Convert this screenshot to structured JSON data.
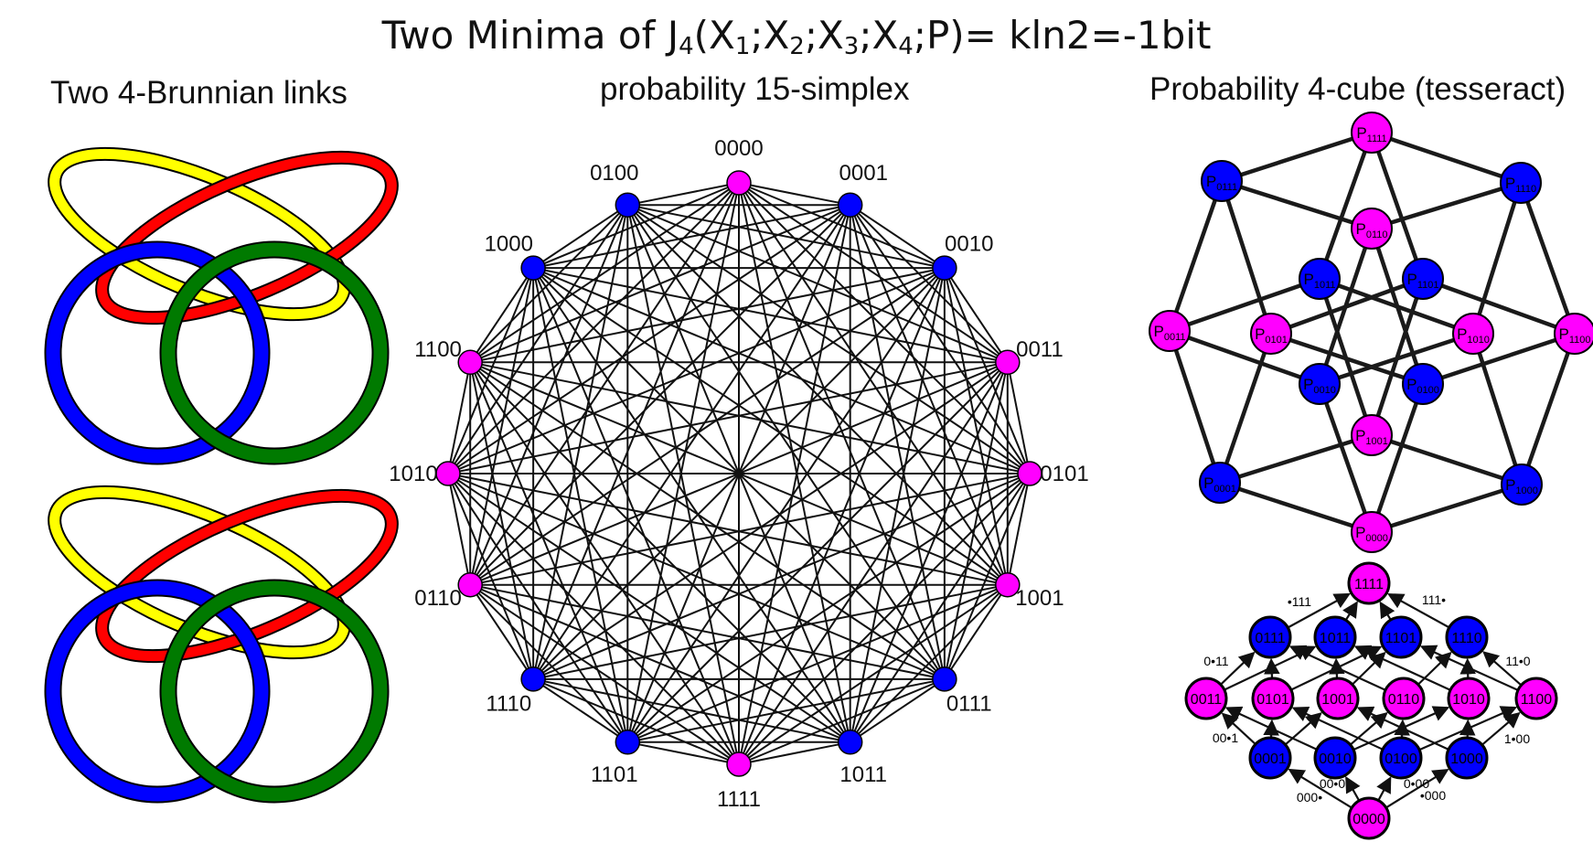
{
  "title": {
    "prefix": "Two Minima of J",
    "j_sub": "4",
    "vars": [
      {
        "name": "X",
        "sub": "1"
      },
      {
        "name": "X",
        "sub": "2"
      },
      {
        "name": "X",
        "sub": "3"
      },
      {
        "name": "X",
        "sub": "4"
      }
    ],
    "suffix": "P)= kln2=-1bit"
  },
  "links_panel": {
    "title": "Two 4-Brunnian links",
    "colors": {
      "yellow": "#ffff00",
      "red": "#ff0000",
      "blue": "#0000ff",
      "green": "#007a00",
      "outline": "#000000"
    }
  },
  "simplex_panel": {
    "title": "probability 15-simplex",
    "vertices": [
      {
        "label": "0000",
        "color": "magenta"
      },
      {
        "label": "0001",
        "color": "blue"
      },
      {
        "label": "0010",
        "color": "blue"
      },
      {
        "label": "0011",
        "color": "magenta"
      },
      {
        "label": "0101",
        "color": "magenta"
      },
      {
        "label": "1001",
        "color": "magenta"
      },
      {
        "label": "0111",
        "color": "blue"
      },
      {
        "label": "1011",
        "color": "blue"
      },
      {
        "label": "1111",
        "color": "magenta"
      },
      {
        "label": "1101",
        "color": "blue"
      },
      {
        "label": "1110",
        "color": "blue"
      },
      {
        "label": "0110",
        "color": "magenta"
      },
      {
        "label": "1010",
        "color": "magenta"
      },
      {
        "label": "1100",
        "color": "magenta"
      },
      {
        "label": "1000",
        "color": "blue"
      },
      {
        "label": "0100",
        "color": "blue"
      }
    ]
  },
  "cube_panel": {
    "title": "Probability 4-cube (tesseract)",
    "node_prefix": "P",
    "nodes": [
      {
        "id": "1111",
        "color": "magenta"
      },
      {
        "id": "0111",
        "color": "blue"
      },
      {
        "id": "1110",
        "color": "blue"
      },
      {
        "id": "0110",
        "color": "magenta"
      },
      {
        "id": "1011",
        "color": "blue"
      },
      {
        "id": "1101",
        "color": "blue"
      },
      {
        "id": "0011",
        "color": "magenta"
      },
      {
        "id": "0101",
        "color": "magenta"
      },
      {
        "id": "1010",
        "color": "magenta"
      },
      {
        "id": "1100",
        "color": "magenta"
      },
      {
        "id": "0010",
        "color": "blue"
      },
      {
        "id": "0100",
        "color": "blue"
      },
      {
        "id": "1001",
        "color": "magenta"
      },
      {
        "id": "0001",
        "color": "blue"
      },
      {
        "id": "1000",
        "color": "blue"
      },
      {
        "id": "0000",
        "color": "magenta"
      }
    ]
  },
  "lattice_panel": {
    "levels": [
      [
        {
          "label": "1111",
          "color": "magenta"
        }
      ],
      [
        {
          "label": "0111",
          "color": "blue"
        },
        {
          "label": "1011",
          "color": "blue"
        },
        {
          "label": "1101",
          "color": "blue"
        },
        {
          "label": "1110",
          "color": "blue"
        }
      ],
      [
        {
          "label": "0011",
          "color": "magenta"
        },
        {
          "label": "0101",
          "color": "magenta"
        },
        {
          "label": "1001",
          "color": "magenta"
        },
        {
          "label": "0110",
          "color": "magenta"
        },
        {
          "label": "1010",
          "color": "magenta"
        },
        {
          "label": "1100",
          "color": "magenta"
        }
      ],
      [
        {
          "label": "0001",
          "color": "blue"
        },
        {
          "label": "0010",
          "color": "blue"
        },
        {
          "label": "0100",
          "color": "blue"
        },
        {
          "label": "1000",
          "color": "blue"
        }
      ],
      [
        {
          "label": "0000",
          "color": "magenta"
        }
      ]
    ],
    "edge_labels": [
      "•111",
      "111•",
      "0•11",
      "11•0",
      "00•1",
      "1•00",
      "00•0",
      "0•00",
      "000•",
      "•000"
    ]
  },
  "colors": {
    "magenta": "#ff00ff",
    "blue": "#0000ff",
    "line": "#111111"
  }
}
